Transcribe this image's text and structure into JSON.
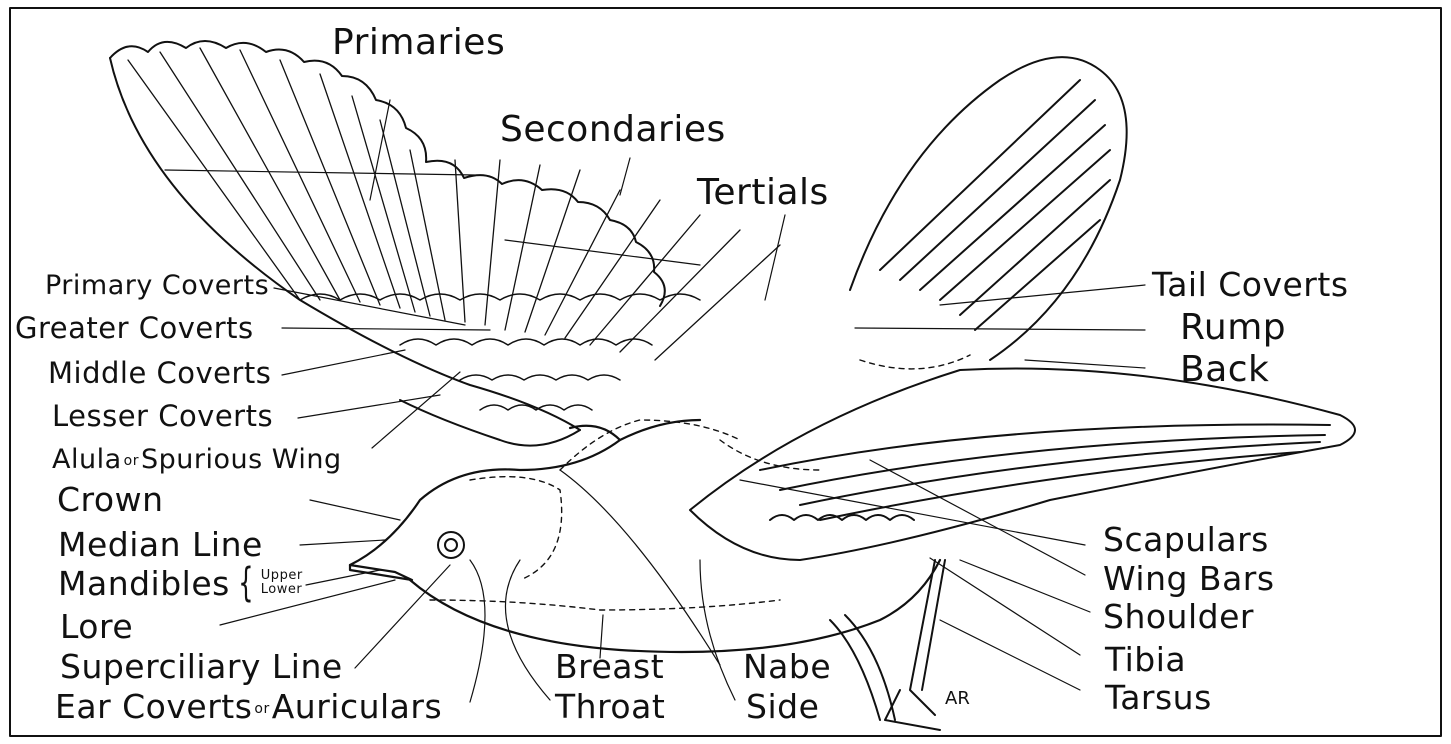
{
  "labels": {
    "primaries": "Primaries",
    "secondaries": "Secondaries",
    "tertials": "Tertials",
    "primary_coverts": "Primary Coverts",
    "greater_coverts": "Greater Coverts",
    "middle_coverts": "Middle Coverts",
    "lesser_coverts": "Lesser Coverts",
    "alula": "Alula",
    "alula_or": "or",
    "spurious_wing": "Spurious Wing",
    "crown": "Crown",
    "median_line": "Median Line",
    "mandibles": "Mandibles",
    "mandibles_upper": "Upper",
    "mandibles_lower": "Lower",
    "lore": "Lore",
    "superciliary_line": "Superciliary Line",
    "ear_coverts": "Ear Coverts",
    "ear_or": "or",
    "auriculars": "Auriculars",
    "breast": "Breast",
    "throat": "Throat",
    "nape": "Nabe",
    "side": "Side",
    "tail_coverts": "Tail Coverts",
    "rump": "Rump",
    "back": "Back",
    "scapulars": "Scapulars",
    "wing_bars": "Wing Bars",
    "shoulder": "Shoulder",
    "tibia": "Tibia",
    "tarsus": "Tarsus"
  },
  "monogram": "AR",
  "colors": {
    "ink": "#111111",
    "paper": "#ffffff"
  }
}
